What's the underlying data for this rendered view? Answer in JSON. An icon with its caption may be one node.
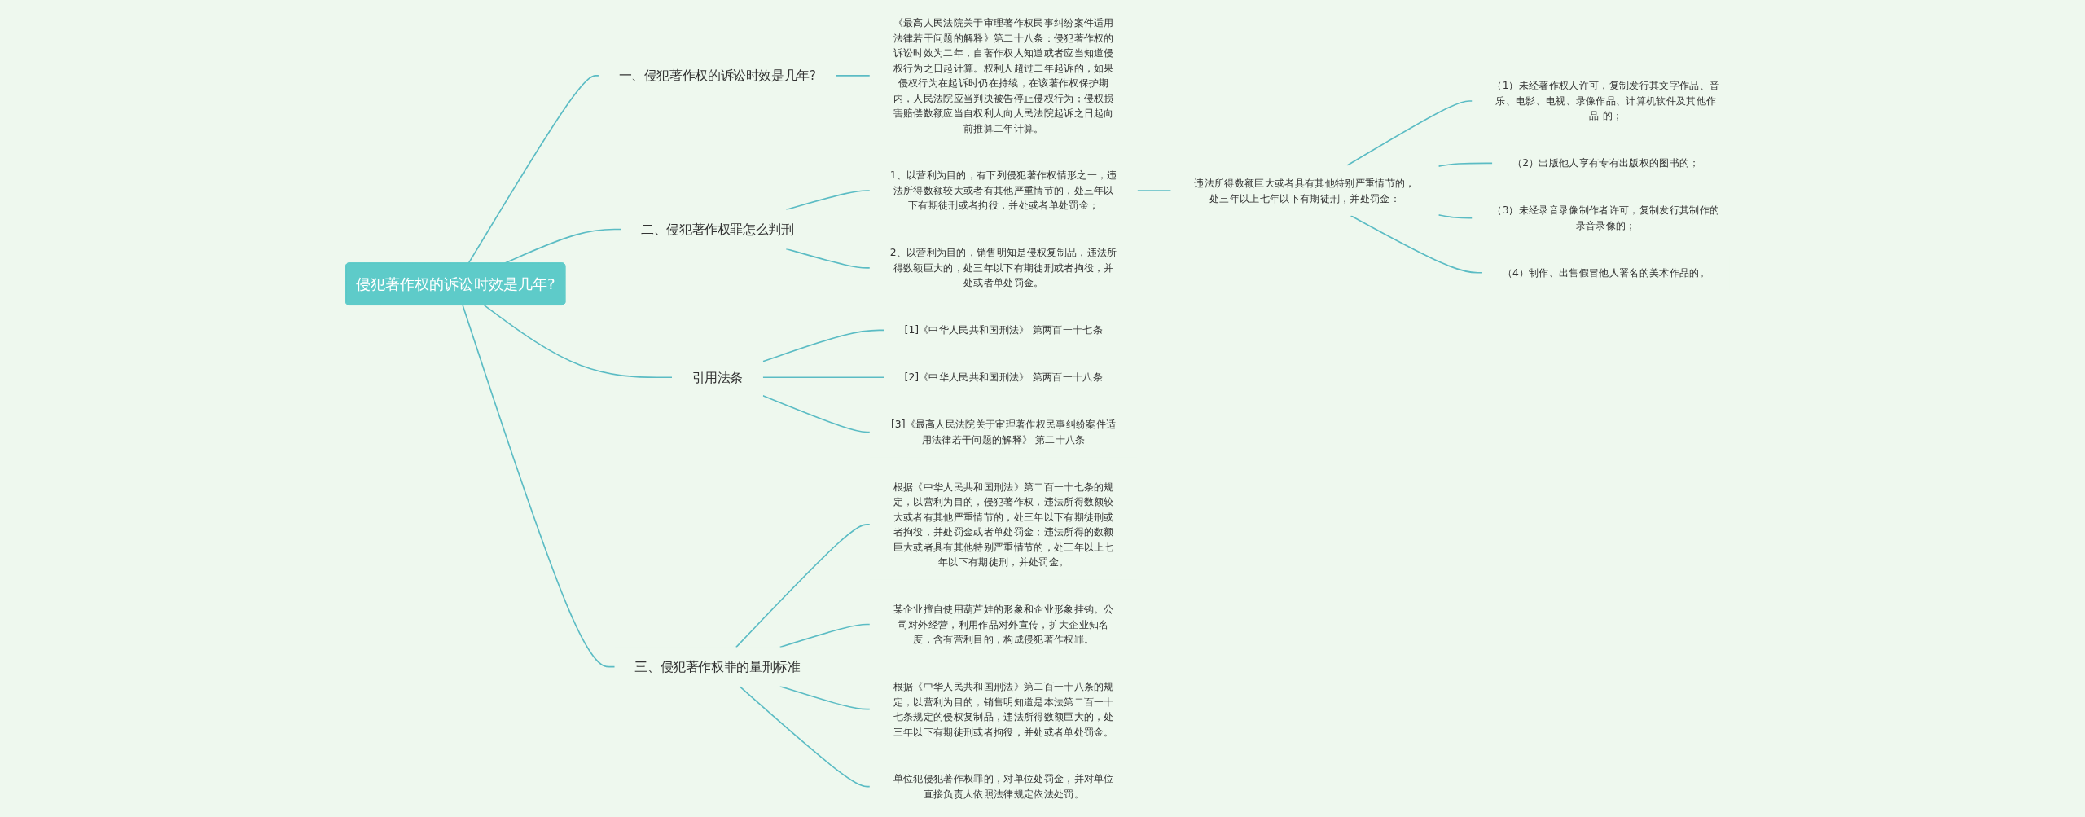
{
  "diagram": {
    "nodes": [
      {
        "text": [
          "侵犯著作权的诉讼时效是几年?"
        ]
      },
      {
        "text": [
          "一、侵犯著作权的诉讼时效是几年?"
        ]
      },
      {
        "text": [
          "《最高人民法院关于审理著作权民事纠纷案件适用法律若干问题的解释》第二十八条：侵犯著作权的诉讼时效为二年，自著作权人知道或者应当知道侵权行为之日起计算。权利人超过二年起诉的，如果侵权行为在起诉时仍在持续，在该著作权保护期内，人民法院应当判决被告停止侵权行为；侵权损害赔偿数额应当自权利人向人民法院起诉之日起向前推算二年计算。"
        ]
      },
      {
        "text": [
          "二、侵犯著作权罪怎么判刑"
        ]
      },
      {
        "text": [
          "1、以营利为目的，有下列侵犯著作权情形之一，违法所得数额较大或者有其他严重情节的，处三年以下有期徒刑或者拘役，并处或者单处罚金；"
        ]
      },
      {
        "text": [
          "违法所得数额巨大或者具有其他特别严重情节的，处三年以上七年以下有期徒刑，并处罚金："
        ]
      },
      {
        "text": [
          "（1）未经著作权人许可，复制发行其文字作品、音乐、电影、电视、录像作品、计算机软件及其他作品 的；"
        ]
      },
      {
        "text": [
          "（2）出版他人享有专有出版权的图书的；"
        ]
      },
      {
        "text": [
          "（3）未经录音录像制作者许可，复制发行其制作的录音录像的；"
        ]
      },
      {
        "text": [
          "（4）制作、出售假冒他人署名的美术作品的。"
        ]
      },
      {
        "text": [
          "2、以营利为目的，销售明知是侵权复制品，违法所得数额巨大的，处三年以下有期徒刑或者拘役，并处或者单处罚金。"
        ]
      },
      {
        "text": [
          "引用法条"
        ]
      },
      {
        "text": [
          "[1]《中华人民共和国刑法》 第两百一十七条"
        ]
      },
      {
        "text": [
          "[2]《中华人民共和国刑法》 第两百一十八条"
        ]
      },
      {
        "text": [
          "[3]《最高人民法院关于审理著作权民事纠纷案件适用法律若干问题的解释》 第二十八条"
        ]
      },
      {
        "text": [
          "三、侵犯著作权罪的量刑标准"
        ]
      },
      {
        "text": [
          "根据《中华人民共和国刑法》第二百一十七条的规定，以营利为目的，侵犯著作权，违法所得数额较大或者有其他严重情节的，处三年以下有期徒刑或者拘役，并处罚金或者单处罚金；违法所得的数额巨大或者具有其他特别严重情节的，处三年以上七年以下有期徒刑，并处罚金。"
        ]
      },
      {
        "text": [
          "某企业擅自使用葫芦娃的形象和企业形象挂钩。公司对外经营，利用作品对外宣传，扩大企业知名度，含有营利目的，构成侵犯著作权罪。"
        ]
      },
      {
        "text": [
          "根据《中华人民共和国刑法》第二百一十八条的规定，以营利为目的，销售明知道是本法第二百一十七条规定的侵权复制品，违法所得数额巨大的，处三年以下有期徒刑或者拘役，并处或者单处罚金。"
        ]
      },
      {
        "text": [
          "单位犯侵犯著作权罪的，对单位处罚金，并对单位直接负责人依照法律规定依法处罚。"
        ]
      }
    ],
    "edges": [
      {
        "from": 0,
        "to": 1,
        "arrow": "none"
      },
      {
        "from": 1,
        "to": 2,
        "arrow": "none"
      },
      {
        "from": 0,
        "to": 3,
        "arrow": "none"
      },
      {
        "from": 3,
        "to": 4,
        "arrow": "none"
      },
      {
        "from": 4,
        "to": 5,
        "arrow": "none"
      },
      {
        "from": 5,
        "to": 6,
        "arrow": "none"
      },
      {
        "from": 5,
        "to": 7,
        "arrow": "none"
      },
      {
        "from": 5,
        "to": 8,
        "arrow": "none"
      },
      {
        "from": 5,
        "to": 9,
        "arrow": "none"
      },
      {
        "from": 3,
        "to": 10,
        "arrow": "none"
      },
      {
        "from": 0,
        "to": 11,
        "arrow": "none"
      },
      {
        "from": 11,
        "to": 12,
        "arrow": "none"
      },
      {
        "from": 11,
        "to": 13,
        "arrow": "none"
      },
      {
        "from": 11,
        "to": 14,
        "arrow": "none"
      },
      {
        "from": 0,
        "to": 15,
        "arrow": "none"
      },
      {
        "from": 15,
        "to": 16,
        "arrow": "none"
      },
      {
        "from": 15,
        "to": 17,
        "arrow": "none"
      },
      {
        "from": 15,
        "to": 18,
        "arrow": "none"
      },
      {
        "from": 15,
        "to": 19,
        "arrow": "none"
      }
    ]
  }
}
